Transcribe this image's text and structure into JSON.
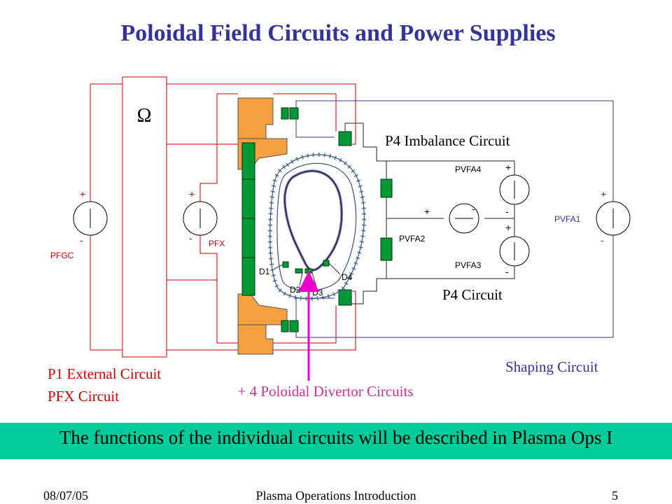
{
  "title": "Poloidal Field Circuits and Power Supplies",
  "colors": {
    "title": "#333399",
    "red_circuit": "#cc0000",
    "shaping_circuit": "#333399",
    "magenta_arrow": "#ee00cc",
    "banner": "#00cc99",
    "coil_orange": "#f4a040",
    "coil_green": "#009933",
    "vessel_blue": "#6688aa"
  },
  "ohmic_symbol": "Ω",
  "sources": {
    "pfgc": {
      "label": "PFGC",
      "plus": "+",
      "minus": "-"
    },
    "pfx": {
      "label": "PFX",
      "plus": "+",
      "minus": "-"
    },
    "pvfa1": {
      "label": "PVFA1",
      "plus": "+",
      "minus": "-"
    },
    "pvfa4": {
      "label": "PVFA4",
      "plus": "+",
      "minus": "-"
    },
    "pvfa3": {
      "label": "PVFA3",
      "plus": "+",
      "minus": "-"
    },
    "pvfa2": {
      "label": "PVFA2",
      "plus": "+",
      "minus": "-"
    }
  },
  "divertor_labels": [
    "D1",
    "D2",
    "D3",
    "D4"
  ],
  "labels": {
    "p4_imbalance": "P4 Imbalance Circuit",
    "p4_circuit": "P4 Circuit",
    "shaping_circuit": "Shaping Circuit",
    "p1_external": "P1 External Circuit",
    "pfx_circuit": "PFX Circuit",
    "poloidal_divertor": "+ 4 Poloidal Divertor Circuits"
  },
  "banner": "The functions of the individual circuits will be described in Plasma Ops I",
  "footer": {
    "date": "08/07/05",
    "title": "Plasma Operations Introduction",
    "page": "5"
  }
}
